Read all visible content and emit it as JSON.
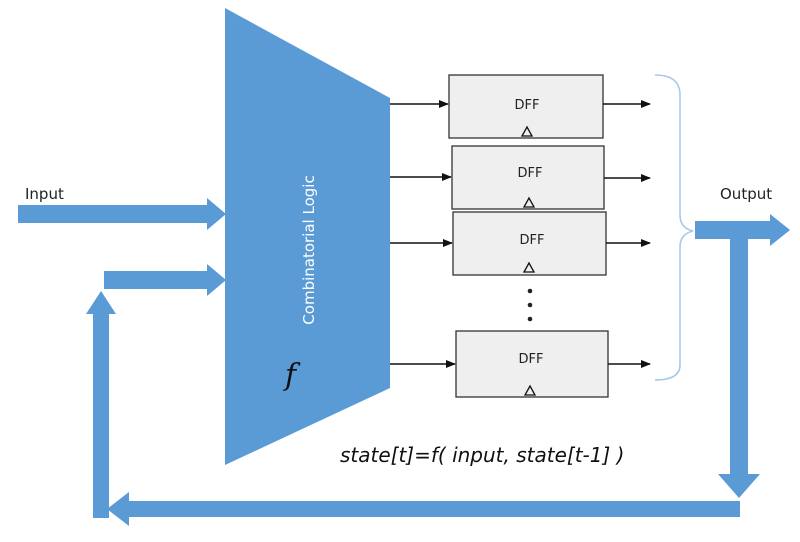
{
  "labels": {
    "input": "Input",
    "output": "Output",
    "combinational": "Combinatorial Logic",
    "function_symbol": "f",
    "equation": "state[t]=f( input, state[t-1] )"
  },
  "flip_flops": [
    {
      "label": "DFF"
    },
    {
      "label": "DFF"
    },
    {
      "label": "DFF"
    },
    {
      "label": "DFF"
    }
  ],
  "colors": {
    "accent": "#5b9bd5",
    "dff_fill": "#efefef",
    "dff_stroke": "#333333",
    "brace": "#a9c9e8"
  }
}
